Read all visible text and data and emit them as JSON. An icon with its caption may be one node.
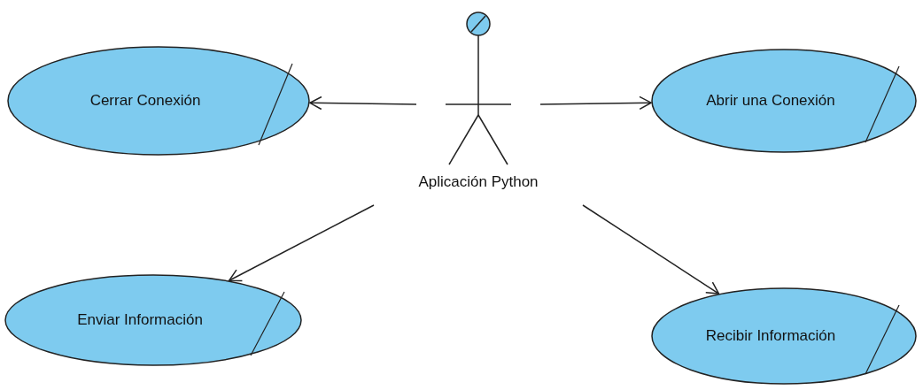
{
  "diagram": {
    "nodes": [
      {
        "text": [
          "Aplicación Python"
        ]
      },
      {
        "text": [
          "Cerrar Conexión"
        ]
      },
      {
        "text": [
          "Abrir una Conexión"
        ]
      },
      {
        "text": [
          "Enviar Información"
        ]
      },
      {
        "text": [
          "Recibir Información"
        ]
      }
    ],
    "edges": [
      {
        "from": 0,
        "to": 1,
        "arrow": "to"
      },
      {
        "from": 0,
        "to": 2,
        "arrow": "to"
      },
      {
        "from": 0,
        "to": 3,
        "arrow": "to"
      },
      {
        "from": 0,
        "to": 4,
        "arrow": "to"
      }
    ]
  }
}
